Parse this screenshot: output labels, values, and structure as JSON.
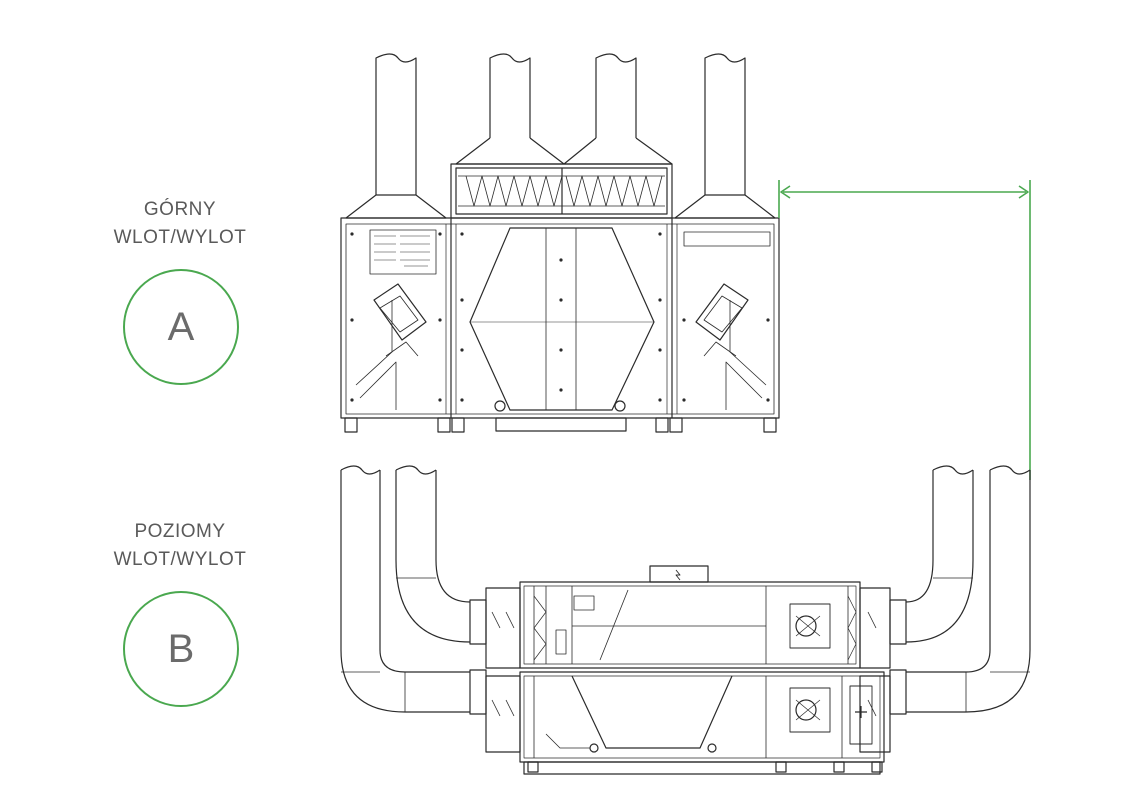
{
  "variants": [
    {
      "id": "A",
      "line1": "GÓRNY",
      "line2": "WLOT/WYLOT"
    },
    {
      "id": "B",
      "line1": "POZIOMY",
      "line2": "WLOT/WYLOT"
    }
  ],
  "colors": {
    "accent": "#4aa84f",
    "text": "#5a5a5a",
    "line": "#2b2b2b"
  }
}
